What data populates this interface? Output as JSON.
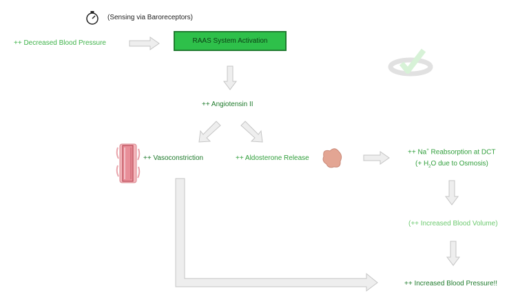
{
  "sensing": "(Sensing via Baroreceptors)",
  "decreased_bp": "++ Decreased Blood Pressure",
  "raas": "RAAS System Activation",
  "angiotensin": "++ Angiotensin II",
  "vasoconstriction": "++ Vasoconstriction",
  "aldosterone": "++ Aldosterone Release",
  "na_prefix": "++ Na",
  "na_sup": "+",
  "na_suffix": " Reabsorption at DCT",
  "h2o_prefix": "(+ H",
  "h2o_sub": "2",
  "h2o_suffix": "O due to Osmosis)",
  "blood_volume": "(++ Increased Blood Volume)",
  "increased_bp": "++ Increased Blood Pressure!!",
  "icons": [
    "stopwatch-icon",
    "checkmark-logo-icon",
    "blood-vessel-icon",
    "adrenal-gland-icon"
  ],
  "colors": {
    "green": "#2f9e3a",
    "raas_fill": "#2ec04a",
    "raas_border": "#1f7c2f",
    "arrow_fill": "#eeeeee",
    "arrow_stroke": "#c8c8c8"
  }
}
